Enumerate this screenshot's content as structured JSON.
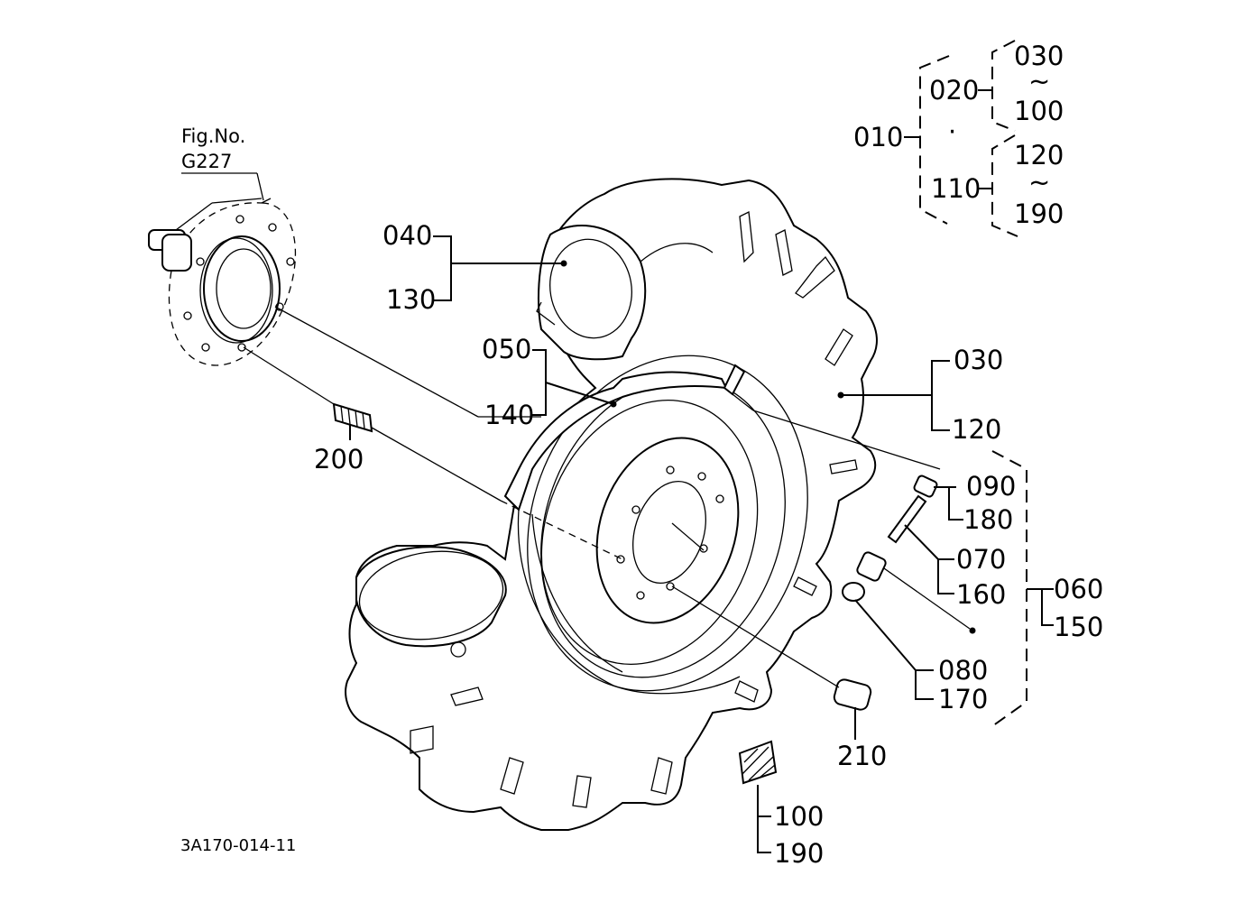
{
  "figure_ref": {
    "line1": "Fig.No.",
    "line2": "G227"
  },
  "drawing_number": "3A170-014-11",
  "hierarchy": {
    "root": "010",
    "group_a": "020",
    "group_a_from": "030",
    "group_a_to": "100",
    "separator": "·",
    "group_b": "110",
    "group_b_from": "120",
    "group_b_to": "190",
    "tilde": "~"
  },
  "callouts": {
    "c040": "040",
    "c130": "130",
    "c050": "050",
    "c140": "140",
    "c030": "030",
    "c120": "120",
    "c200": "200",
    "c090": "090",
    "c180": "180",
    "c070": "070",
    "c160": "160",
    "c060": "060",
    "c150": "150",
    "c080": "080",
    "c170": "170",
    "c210": "210",
    "c100": "100",
    "c190": "190"
  }
}
